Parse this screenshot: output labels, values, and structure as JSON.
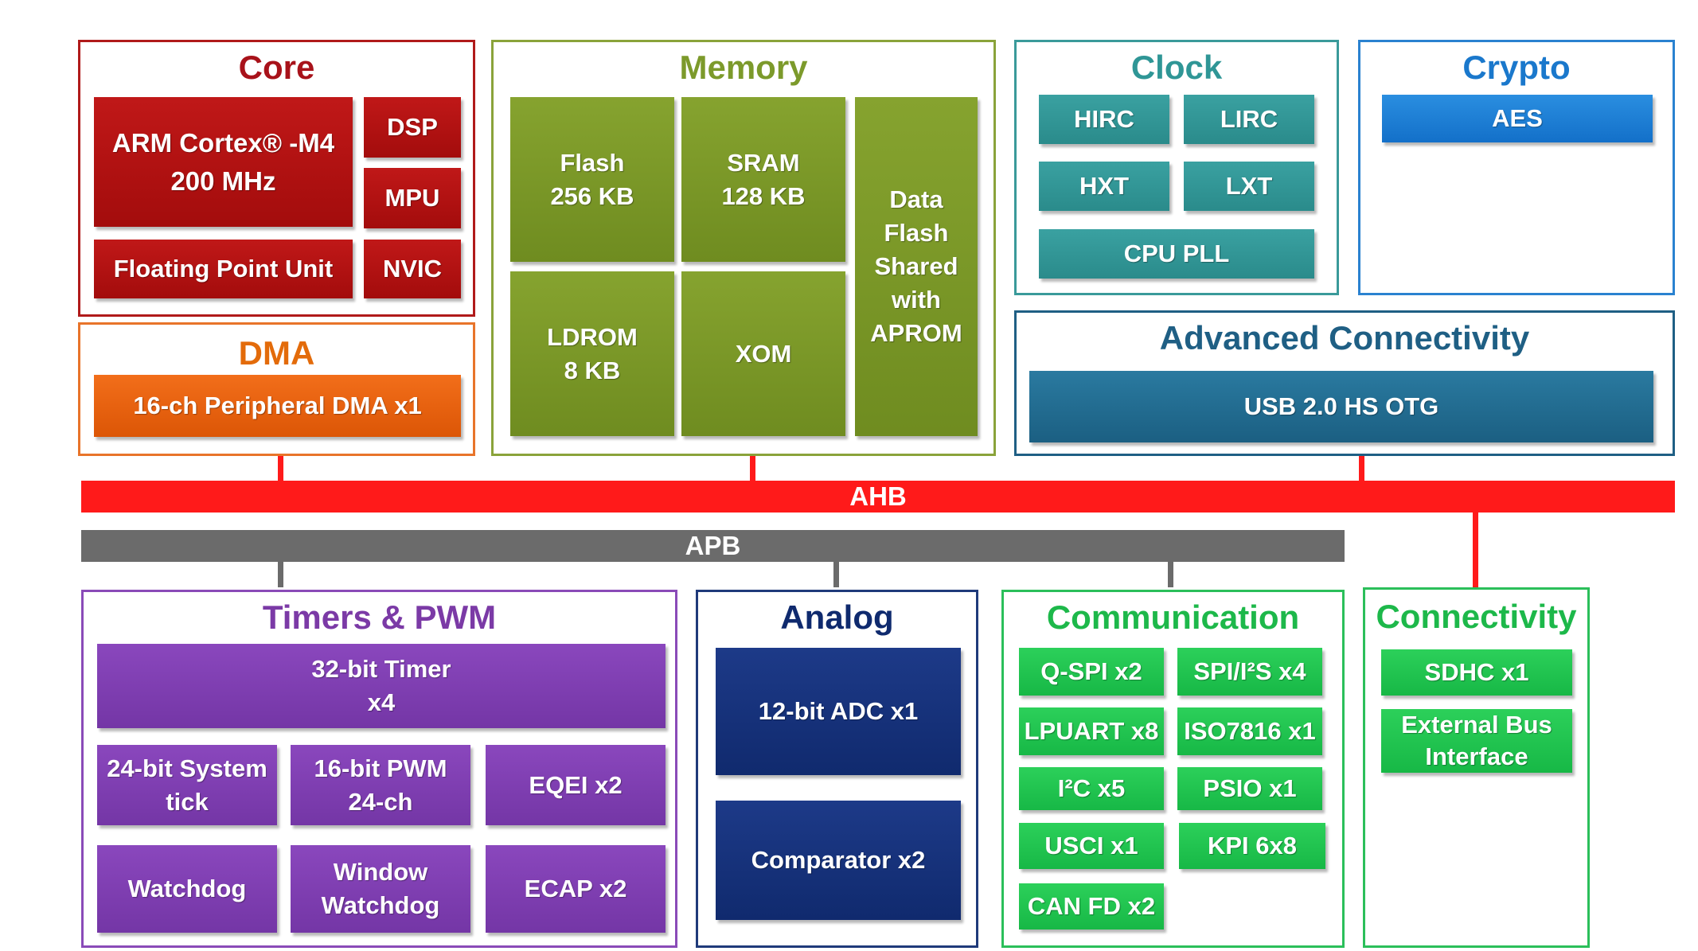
{
  "colors": {
    "core": "#a8121a",
    "dma": "#e36b0a",
    "memory": "#7c9a2b",
    "clock": "#2f9696",
    "crypto": "#1a78cc",
    "advanced": "#1f5f84",
    "timers": "#7b3aa6",
    "analog": "#0f2a6e",
    "communication": "#1db84a",
    "ahb": "#ff1a1a",
    "apb": "#6b6b6b"
  },
  "core": {
    "title": "Core",
    "cpu": "ARM Cortex® -M4\n200 MHz",
    "fpu": "Floating Point Unit",
    "dsp": "DSP",
    "mpu": "MPU",
    "nvic": "NVIC"
  },
  "dma": {
    "title": "DMA",
    "block": "16-ch Peripheral DMA x1"
  },
  "memory": {
    "title": "Memory",
    "flash": "Flash\n256 KB",
    "sram": "SRAM\n128 KB",
    "ldrom": "LDROM\n8 KB",
    "xom": "XOM",
    "dataflash": "Data\nFlash\nShared\nwith\nAPROM"
  },
  "clock": {
    "title": "Clock",
    "hirc": "HIRC",
    "lirc": "LIRC",
    "hxt": "HXT",
    "lxt": "LXT",
    "pll": "CPU PLL"
  },
  "crypto": {
    "title": "Crypto",
    "aes": "AES"
  },
  "advanced": {
    "title": "Advanced Connectivity",
    "usb": "USB 2.0 HS OTG"
  },
  "bus": {
    "ahb": "AHB",
    "apb": "APB"
  },
  "timers": {
    "title": "Timers & PWM",
    "timer32": "32-bit Timer\nx4",
    "systick": "24-bit System\ntick",
    "pwm": "16-bit PWM\n24-ch",
    "eqei": "EQEI x2",
    "watchdog": "Watchdog",
    "wwdt": "Window\nWatchdog",
    "ecap": "ECAP x2"
  },
  "analog": {
    "title": "Analog",
    "adc": "12-bit ADC x1",
    "comp": "Comparator x2"
  },
  "communication": {
    "title": "Communication",
    "qspi": "Q-SPI x2",
    "spi": "SPI/I²S x4",
    "lpuart": "LPUART x8",
    "iso": "ISO7816 x1",
    "i2c": "I²C x5",
    "psio": "PSIO x1",
    "usci": "USCI x1",
    "kpi": "KPI 6x8",
    "canfd": "CAN FD x2"
  },
  "connectivity": {
    "title": "Connectivity",
    "sdhc": "SDHC x1",
    "ebi": "External Bus\nInterface"
  }
}
